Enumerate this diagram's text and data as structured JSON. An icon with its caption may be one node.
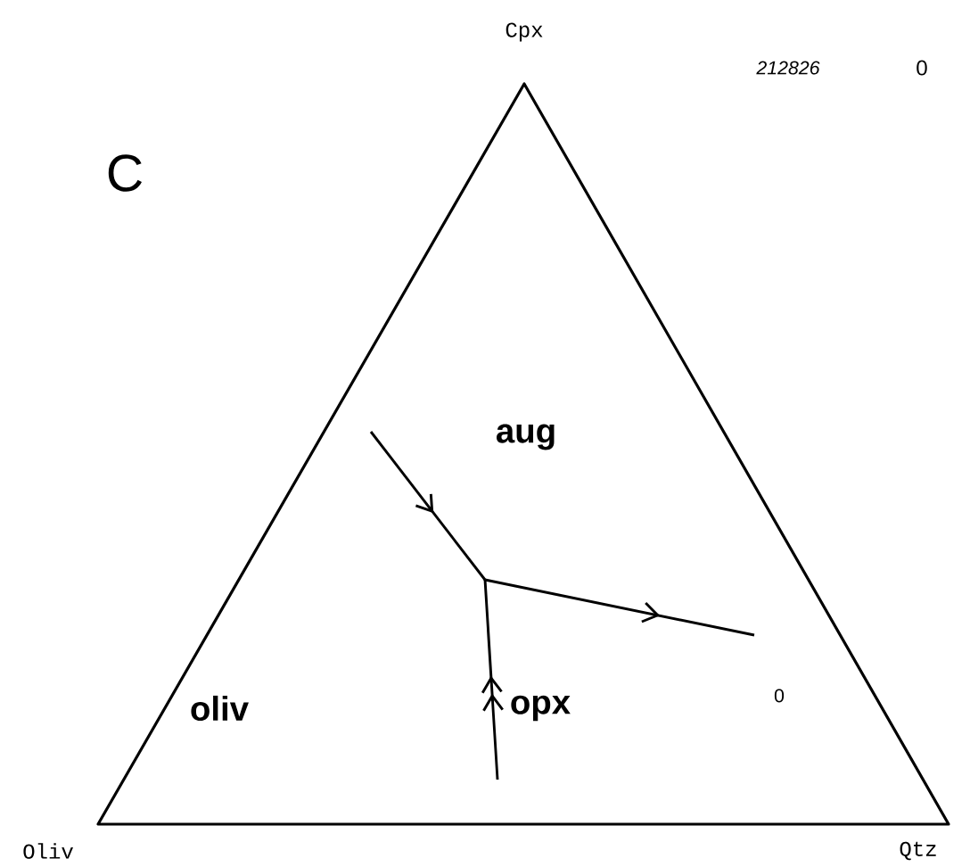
{
  "diagram": {
    "labels": [
      "Cpx",
      "212826",
      "0",
      "C",
      "aug",
      "oliv",
      "opx",
      "0",
      "Oliv",
      "Qtz"
    ]
  }
}
